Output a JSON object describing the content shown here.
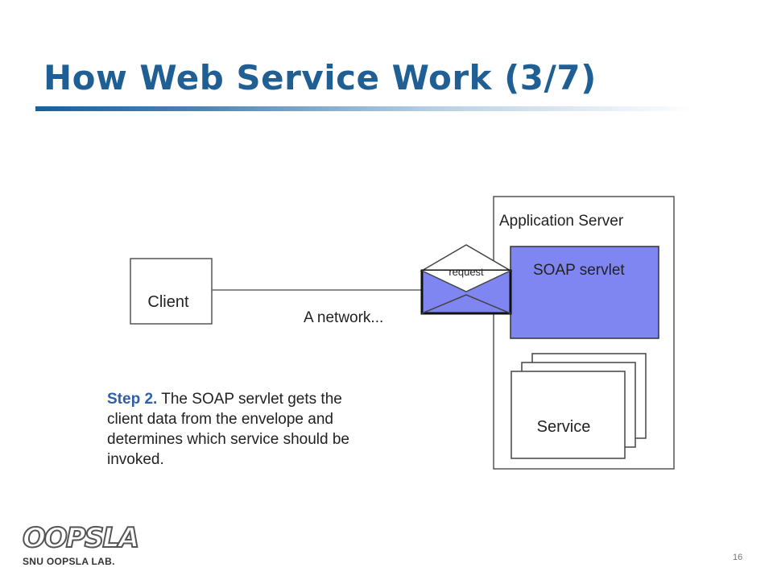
{
  "slide": {
    "title": "How Web Service Work (3/7)",
    "page_number": "16"
  },
  "diagram": {
    "client_label": "Client",
    "network_label": "A network...",
    "envelope_label": "request",
    "app_server_label": "Application Server",
    "soap_servlet_label": "SOAP servlet",
    "service_label": "Service"
  },
  "step": {
    "label": "Step 2.",
    "lines": [
      "The SOAP servlet gets the",
      "client data from the envelope and",
      "determines which service should be",
      "invoked."
    ]
  },
  "logo": {
    "mark": "OOPSLA",
    "caption": "SNU OOPSLA LAB."
  },
  "colors": {
    "title": "#1f5f93",
    "soap_fill": "#7f86f2",
    "step_label": "#2f5fa8"
  }
}
